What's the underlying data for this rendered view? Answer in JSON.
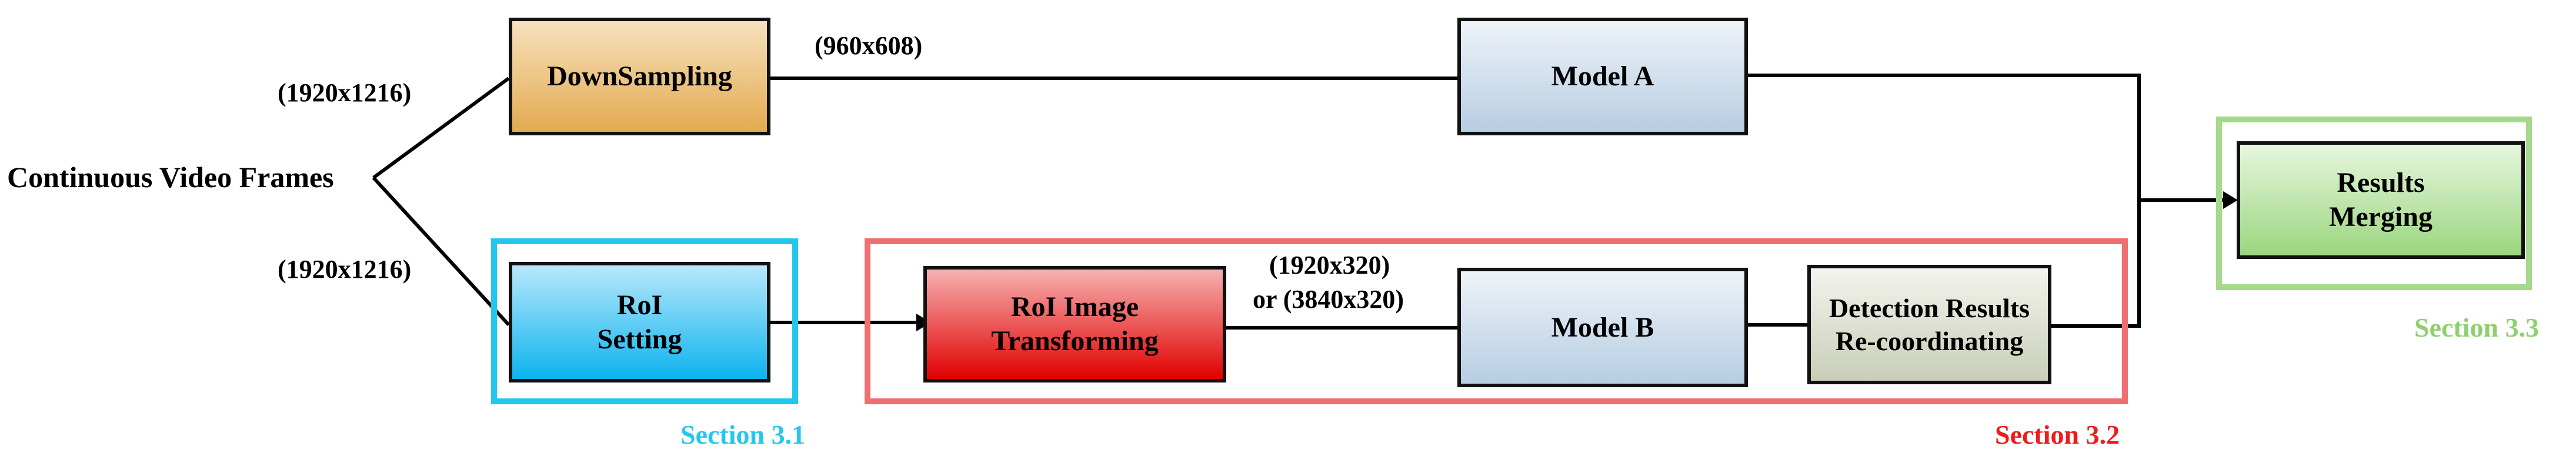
{
  "input": {
    "label": "Continuous Video Frames"
  },
  "resolutions": {
    "input_top": "(1920x1216)",
    "input_bottom": "(1920x1216)",
    "downsampled": "(960x608)",
    "roi_line1": "(1920x320)",
    "roi_line2": "or (3840x320)"
  },
  "blocks": {
    "downsampling": "DownSampling",
    "model_a": "Model A",
    "roi_setting": [
      "RoI",
      "Setting"
    ],
    "roi_transform": [
      "RoI Image",
      "Transforming"
    ],
    "model_b": "Model B",
    "detection_recoord": [
      "Detection Results",
      "Re-coordinating"
    ],
    "results_merging": [
      "Results",
      "Merging"
    ]
  },
  "sections": {
    "s31": "Section 3.1",
    "s32": "Section 3.2",
    "s33": "Section 3.3"
  },
  "colors": {
    "downsampling": "#e3aa50",
    "model": "#c6d9ea",
    "roi_setting": "#0cb3ef",
    "roi_transform": "#e00000",
    "detection": "#d4d9c6",
    "merging": "#a6dc8e",
    "section_3_1": "#23c7ee",
    "section_3_2": "#ee6f6f",
    "section_3_3": "#a6d98b"
  }
}
